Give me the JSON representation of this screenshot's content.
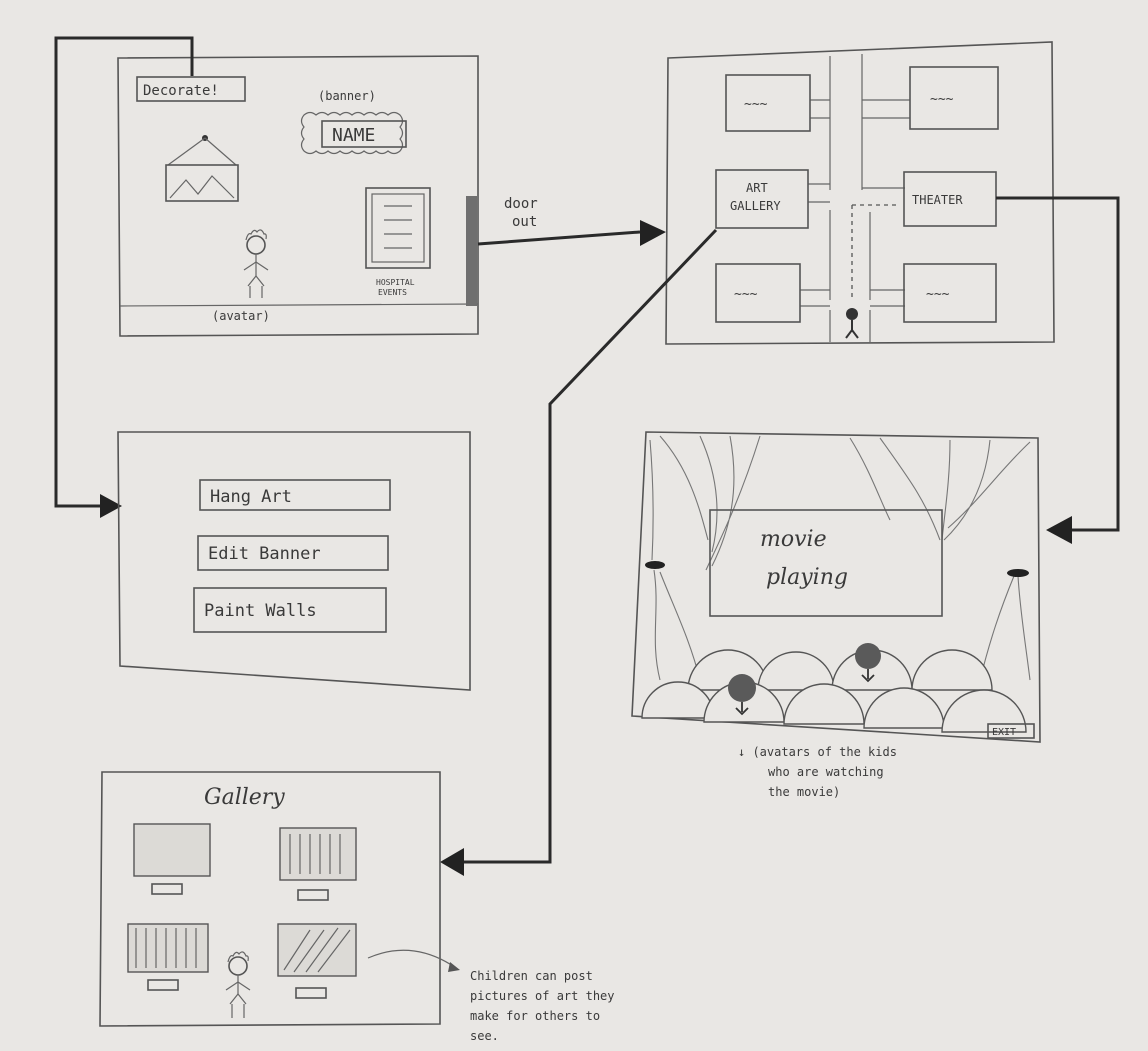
{
  "room": {
    "decorate_label": "Decorate!",
    "banner_caption": "(banner)",
    "banner_name": "NAME",
    "avatar_caption": "(avatar)",
    "events_caption_line1": "HOSPITAL",
    "events_caption_line2": "EVENTS"
  },
  "door": {
    "line1": "door",
    "line2": "out"
  },
  "hallway": {
    "art_gallery_line1": "ART",
    "art_gallery_line2": "GALLERY",
    "theater_label": "THEATER",
    "placeholder": "~~~"
  },
  "decorate_menu": {
    "options": [
      "Hang Art",
      "Edit Banner",
      "Paint Walls"
    ]
  },
  "theater": {
    "screen_line1": "movie",
    "screen_line2": "playing",
    "exit_label": "EXIT",
    "note_line1": "↓ (avatars of the kids",
    "note_line2": "who are watching",
    "note_line3": "the movie)"
  },
  "gallery": {
    "title": "Gallery",
    "note_line1": "Children can post",
    "note_line2": "pictures of art they",
    "note_line3": "make for others to",
    "note_line4": "see."
  }
}
